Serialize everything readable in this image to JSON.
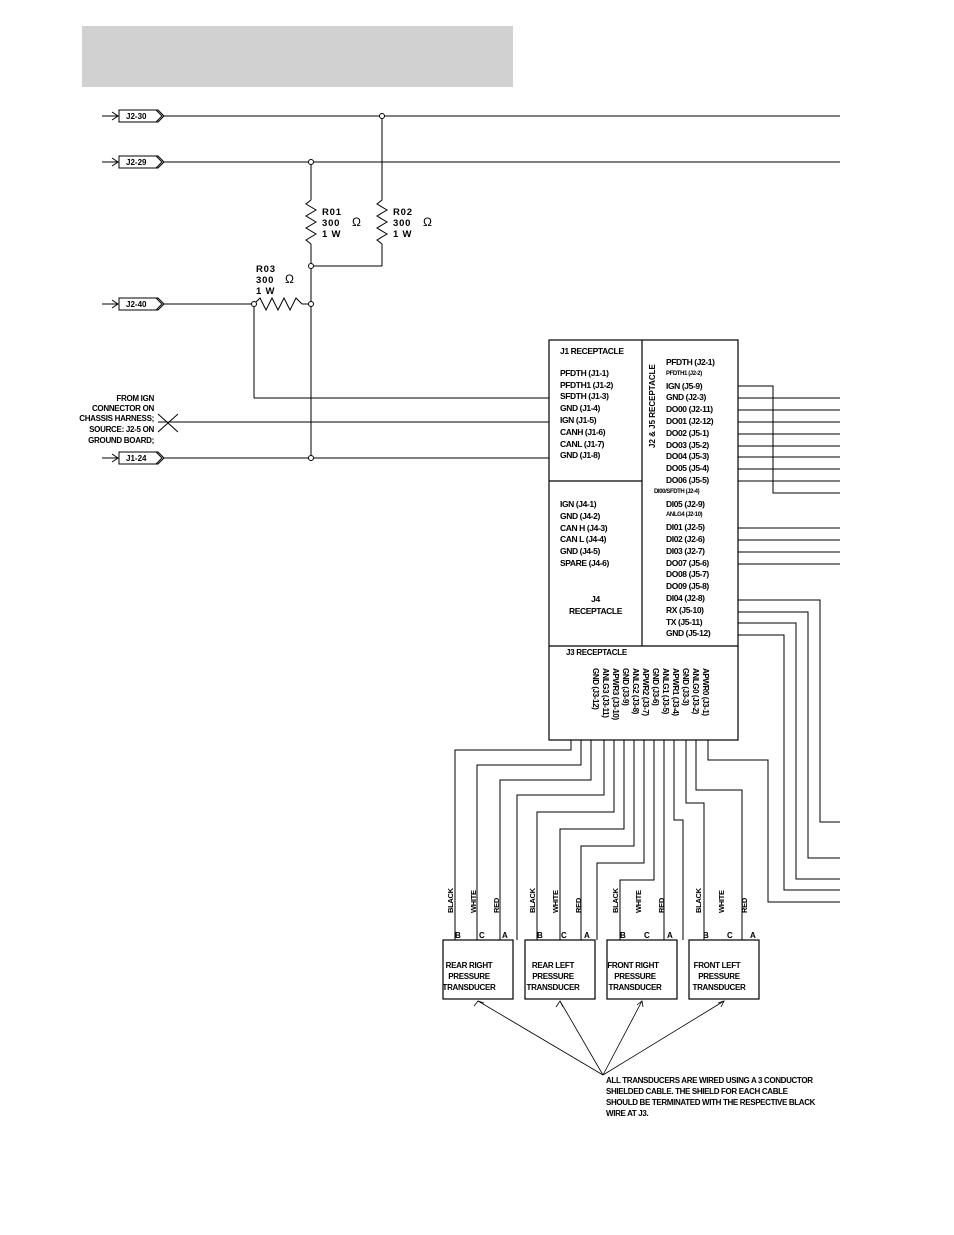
{
  "connectors_in": {
    "j2_30": "J2-30",
    "j2_29": "J2-29",
    "j2_40": "J2-40",
    "j1_24": "J1-24"
  },
  "resistors": {
    "r01": {
      "name": "R01",
      "value": "300",
      "power": "1 W",
      "unit": "Ω"
    },
    "r02": {
      "name": "R02",
      "value": "300",
      "power": "1 W",
      "unit": "Ω"
    },
    "r03": {
      "name": "R03",
      "value": "300",
      "power": "1 W",
      "unit": "Ω"
    }
  },
  "ign_note": [
    "FROM IGN",
    "CONNECTOR ON",
    "CHASSIS HARNESS;",
    "SOURCE: J2-5 ON",
    "GROUND BOARD;"
  ],
  "j1": {
    "title": "J1 RECEPTACLE",
    "pins": [
      "PFDTH (J1-1)",
      "PFDTH1 (J1-2)",
      "SFDTH (J1-3)",
      "GND (J1-4)",
      "IGN (J1-5)",
      "CANH (J1-6)",
      "CANL (J1-7)",
      "GND (J1-8)"
    ]
  },
  "j4": {
    "pins": [
      "IGN (J4-1)",
      "GND (J4-2)",
      "CAN H (J4-3)",
      "CAN L (J4-4)",
      "GND (J4-5)",
      "SPARE (J4-6)"
    ],
    "label_line1": "J4",
    "label_line2": "RECEPTACLE"
  },
  "j2j5": {
    "title": "J2 & J5 RECEPTACLE",
    "pins": [
      "PFDTH (J2-1)",
      "PFDTH1 (J2-2)",
      "IGN (J5-9)",
      "GND (J2-3)",
      "DO00 (J2-11)",
      "DO01 (J2-12)",
      "DO02 (J5-1)",
      "DO03 (J5-2)",
      "DO04 (J5-3)",
      "DO05 (J5-4)",
      "DO06 (J5-5)",
      "DI00/SFDTH (J2-4)",
      "DI05 (J2-9)",
      "ANLG4 (J2-10)",
      "DI01 (J2-5)",
      "DI02 (J2-6)",
      "DI03 (J2-7)",
      "DO07 (J5-6)",
      "DO08 (J5-7)",
      "DO09 (J5-8)",
      "DI04 (J2-8)",
      "RX (J5-10)",
      "TX (J5-11)",
      "GND (J5-12)"
    ]
  },
  "j3": {
    "title": "J3 RECEPTACLE",
    "pins": [
      "APWR0 (J3-1)",
      "ANLG0 (J3-2)",
      "GND (J3-3)",
      "APWR1 (J3-4)",
      "ANLG1 (J3-5)",
      "GND (J3-6)",
      "APWR2 (J3-7)",
      "ANLG2 (J3-8)",
      "GND (J3-9)",
      "APWR3 (J3-10)",
      "ANLG3 (J3-11)",
      "GND (J3-12)"
    ]
  },
  "wire_colors": {
    "black": "BLACK",
    "white": "WHITE",
    "red": "RED"
  },
  "pin_letters": {
    "b": "B",
    "c": "C",
    "a": "A"
  },
  "transducers": [
    {
      "line1": "REAR RIGHT",
      "line2": "PRESSURE",
      "line3": "TRANSDUCER"
    },
    {
      "line1": "REAR LEFT",
      "line2": "PRESSURE",
      "line3": "TRANSDUCER"
    },
    {
      "line1": "FRONT RIGHT",
      "line2": "PRESSURE",
      "line3": "TRANSDUCER"
    },
    {
      "line1": "FRONT LEFT",
      "line2": "PRESSURE",
      "line3": "TRANSDUCER"
    }
  ],
  "note": [
    "ALL TRANSDUCERS ARE WIRED USING A 3 CONDUCTOR",
    "SHIELDED CABLE.  THE SHIELD FOR EACH CABLE",
    "SHOULD BE TERMINATED WITH THE RESPECTIVE BLACK",
    "WIRE AT J3."
  ]
}
